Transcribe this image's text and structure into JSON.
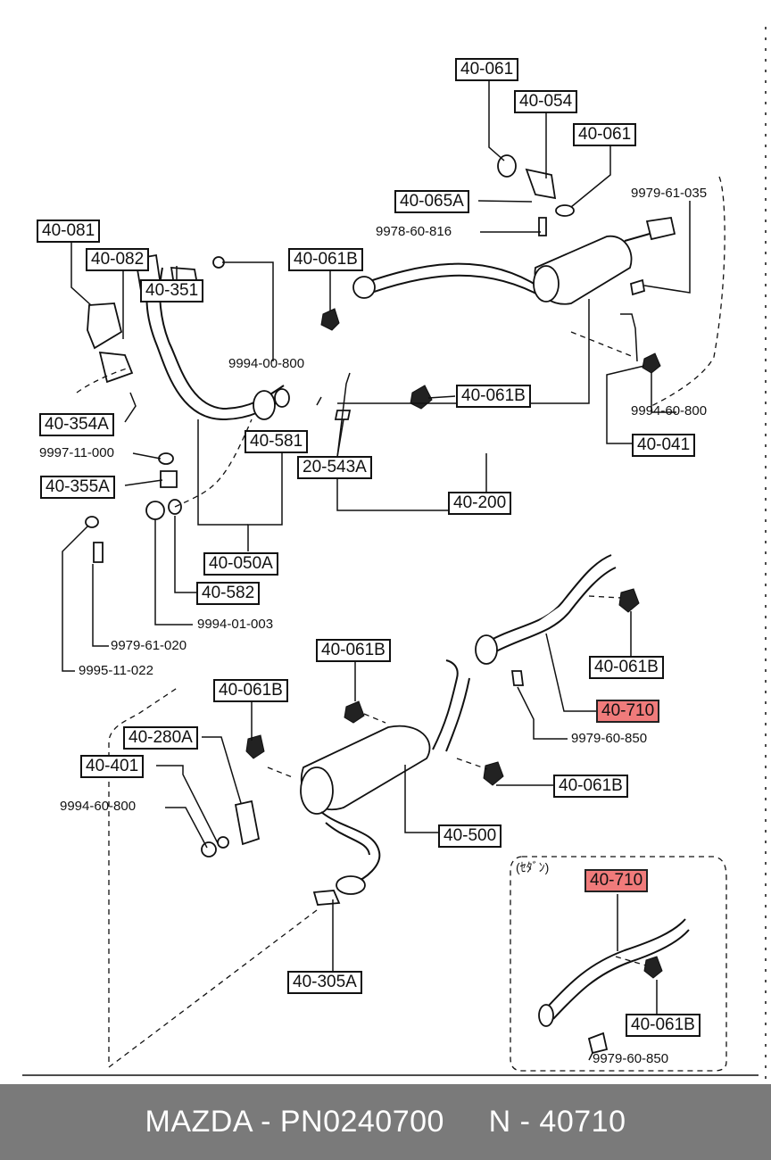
{
  "labels": {
    "l_40061_top": "40-061",
    "l_40054": "40-054",
    "l_40061_right": "40-061",
    "l_40065A": "40-065A",
    "l_40081": "40-081",
    "l_40082": "40-082",
    "l_40351": "40-351",
    "l_40061B_1": "40-061B",
    "l_40061B_2": "40-061B",
    "l_40354A": "40-354A",
    "l_40581": "40-581",
    "l_20543A": "20-543A",
    "l_40041": "40-041",
    "l_40355A": "40-355A",
    "l_40200": "40-200",
    "l_40050A": "40-050A",
    "l_40582": "40-582",
    "l_40061B_3": "40-061B",
    "l_40061B_4": "40-061B",
    "l_40061B_5": "40-061B",
    "l_40710_1": "40-710",
    "l_40280A": "40-280A",
    "l_40401": "40-401",
    "l_40061B_6": "40-061B",
    "l_40500": "40-500",
    "l_40710_2": "40-710",
    "l_40305A": "40-305A",
    "l_40061B_7": "40-061B"
  },
  "part_numbers": {
    "p_997961035": "9979-61-035",
    "p_997860816": "9978-60-816",
    "p_999400800_a": "9994-00-800",
    "p_999460800_a": "9994-60-800",
    "p_999711000": "9997-11-000",
    "p_999401003": "9994-01-003",
    "p_997961020": "9979-61-020",
    "p_999511022": "9995-11-022",
    "p_997960850_a": "9979-60-850",
    "p_999460800_b": "9994-60-800",
    "p_997960850_b": "9979-60-850"
  },
  "variant_note": "(ｾﾀﾞﾝ)",
  "highlight_color": "#f07b7b",
  "footer": {
    "text": "MAZDA - PN0240700     N - 40710"
  }
}
